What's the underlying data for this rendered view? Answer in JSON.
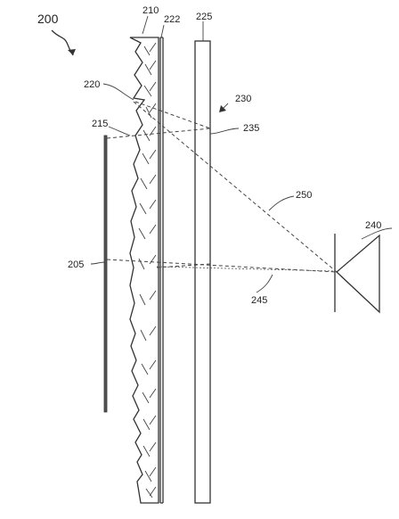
{
  "figure": {
    "number": "200",
    "labels": {
      "l210": "210",
      "l222": "222",
      "l225": "225",
      "l220": "220",
      "l230": "230",
      "l215": "215",
      "l235": "235",
      "l250": "250",
      "l240": "240",
      "l205": "205",
      "l245": "245"
    }
  }
}
